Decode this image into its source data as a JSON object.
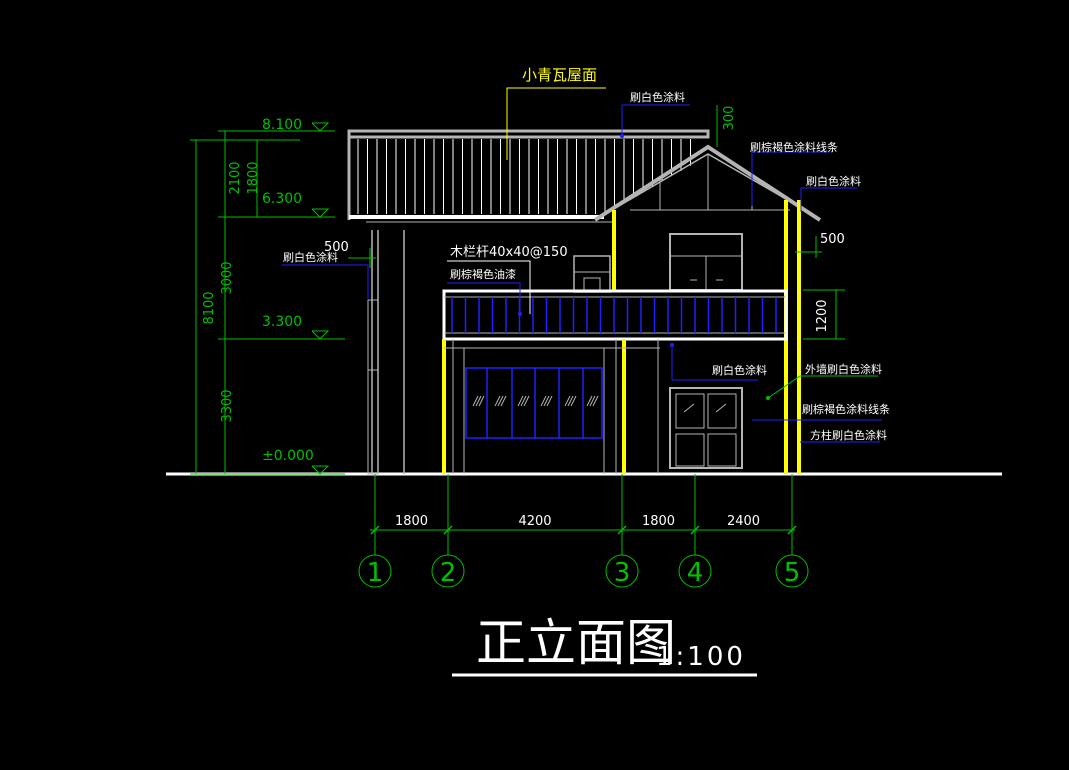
{
  "drawing": {
    "title": "正立面图",
    "scale": "1:100"
  },
  "elevation_levels": [
    {
      "label": "8.100",
      "value": 8.1
    },
    {
      "label": "6.300",
      "value": 6.3
    },
    {
      "label": "3.300",
      "value": 3.3
    },
    {
      "label": "±0.000",
      "value": 0
    }
  ],
  "vertical_dims": {
    "total": "8100",
    "segments": [
      "2100",
      "1800",
      "3000",
      "3300"
    ],
    "roof_overhang": "300",
    "balcony_rail": "1200",
    "eave_left": "500",
    "eave_right": "500"
  },
  "horizontal_dims": [
    "1800",
    "4200",
    "1800",
    "2400"
  ],
  "axes": [
    "1",
    "2",
    "3",
    "4",
    "5"
  ],
  "annotations": {
    "roof_material": "小青瓦屋面",
    "roof_paint": "刷白色涂料",
    "gable_trim": "刷棕褐色涂料线条",
    "gable_wall": "刷白色涂料",
    "left_wall": "刷白色涂料",
    "railing_spec": "木栏杆40x40@150",
    "railing_paint": "刷棕褐色油漆",
    "balcony_band": "刷白色涂料",
    "exterior_wall": "外墙刷白色涂料",
    "window_trim": "刷棕褐色涂料线条",
    "column_paint": "方柱刷白色涂料"
  },
  "colors": {
    "background": "#000000",
    "outline": "#ffffff",
    "dimension": "#00c000",
    "yellow": "#ffff00",
    "blue": "#2020ff",
    "gray": "#b4b4b4"
  }
}
